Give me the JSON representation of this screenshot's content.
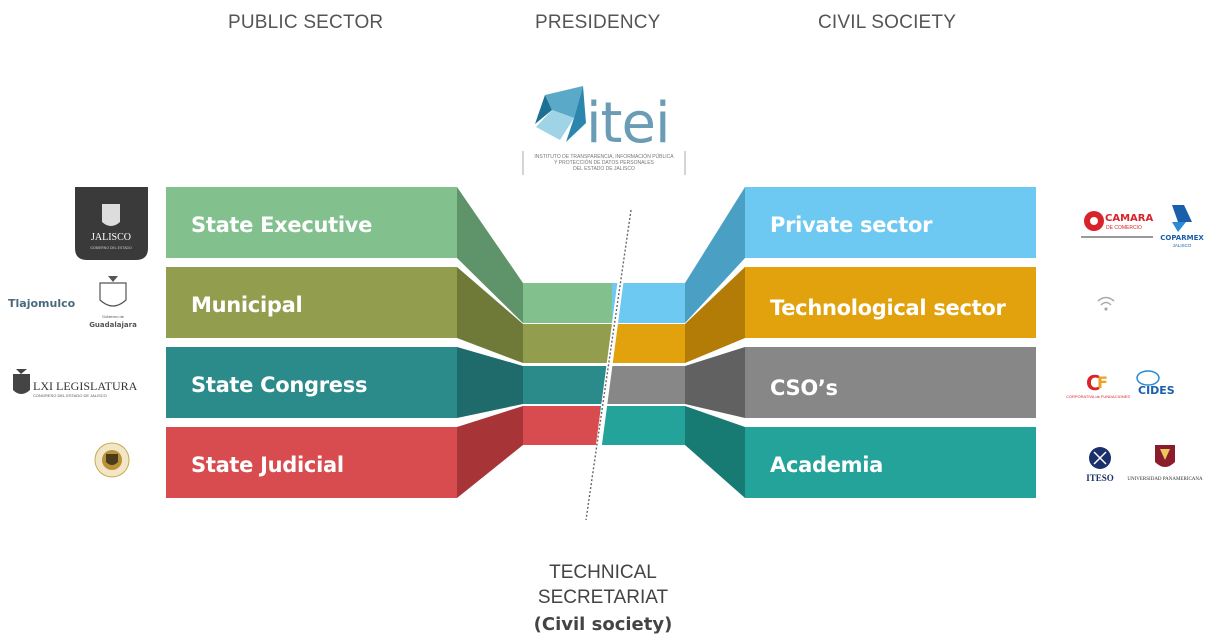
{
  "headers": {
    "public": "PUBLIC SECTOR",
    "presidency": "PRESIDENCY",
    "civil": "CIVIL SOCIETY"
  },
  "itei": {
    "name": "itei",
    "line1": "INSTITUTO DE TRANSPARENCIA, INFORMACIÓN PÚBLICA",
    "line2": "Y PROTECCIÓN DE DATOS PERSONALES",
    "line3": "DEL ESTADO DE JALISCO"
  },
  "left_bands": [
    {
      "label": "State Executive",
      "color": "#82c08e"
    },
    {
      "label": "Municipal",
      "color": "#929e4d"
    },
    {
      "label": "State Congress",
      "color": "#2b8a8a"
    },
    {
      "label": "State Judicial",
      "color": "#d84b4e"
    }
  ],
  "right_bands": [
    {
      "label": "Private sector",
      "color": "#6dc8f2"
    },
    {
      "label": "Technological sector",
      "color": "#e2a20d"
    },
    {
      "label": "CSO’s",
      "color": "#878787"
    },
    {
      "label": "Academia",
      "color": "#23a39a"
    }
  ],
  "logos": {
    "jalisco": "JALISCO",
    "jalisco_sub": "GOBIERNO DEL ESTADO",
    "tlajomulco": "Tlajomulco",
    "gdl_small": "Gobierno de",
    "gdl": "Guadalajara",
    "congress": "LXI LEGISLATURA",
    "congress_sub": "CONGRESO DEL ESTADO DE JALISCO",
    "camara": "CAMARA",
    "camara_sub": "DE COMERCIO",
    "coparmex": "COPARMEX",
    "coparmex_sub": "JALISCO",
    "cf": "CORPORATIVA de FUNDACIONES",
    "cides": "CIDES",
    "iteso": "ITESO",
    "up": "UNIVERSIDAD PANAMERICANA"
  },
  "footer": {
    "line1": "TECHNICAL",
    "line2": "SECRETARIAT",
    "line3": "(Civil society)"
  }
}
